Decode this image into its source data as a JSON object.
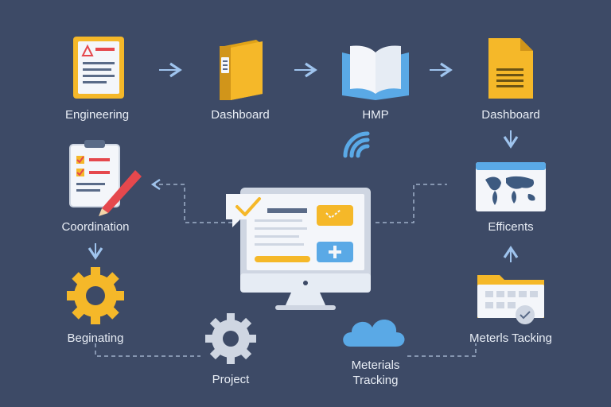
{
  "colors": {
    "background": "#3d4a66",
    "yellow": "#f5b829",
    "blue": "#5aa9e6",
    "white": "#f4f6fa",
    "gray": "#cfd6e2",
    "red": "#e5484d",
    "connector": "#9fb0c8"
  },
  "nodes": {
    "engineering": {
      "label": "Engineering",
      "icon": "document-warning-icon"
    },
    "dashboard_binder": {
      "label": "Dashboard",
      "icon": "binder-icon"
    },
    "hmp": {
      "label": "HMP",
      "icon": "open-book-icon"
    },
    "dashboard_file": {
      "label": "Dashboard",
      "icon": "file-icon"
    },
    "coordination": {
      "label": "Coordination",
      "icon": "clipboard-pencil-icon"
    },
    "efficents": {
      "label": "Efficents",
      "icon": "world-map-window-icon"
    },
    "beginating": {
      "label": "Beginating",
      "icon": "yellow-gear-icon"
    },
    "project": {
      "label": "Project",
      "icon": "gray-gear-icon"
    },
    "materials_tracking": {
      "line1": "Meterials",
      "line2": "Tracking",
      "icon": "cloud-icon"
    },
    "meterls_tacking": {
      "label": "Meterls Tacking",
      "icon": "calendar-folder-icon"
    }
  },
  "center": {
    "icon": "monitor-dashboard-icon",
    "badge": "checkmark-icon",
    "signal": "wifi-signal-icon"
  }
}
